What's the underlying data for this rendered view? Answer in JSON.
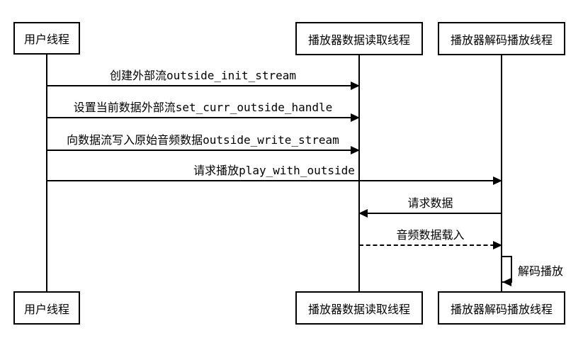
{
  "diagram": {
    "type": "sequence",
    "colors": {
      "background": "#ffffff",
      "line": "#000000",
      "box_fill": "#ffffff",
      "text": "#000000"
    },
    "actors": [
      {
        "id": "user-thread",
        "label": "用户线程"
      },
      {
        "id": "player-data-read-thread",
        "label": "播放器数据读取线程"
      },
      {
        "id": "player-decode-play-thread",
        "label": "播放器解码播放线程"
      }
    ],
    "messages": [
      {
        "from": "user-thread",
        "to": "player-data-read-thread",
        "label": "创建外部流outside_init_stream",
        "line": "solid",
        "arrow": "right"
      },
      {
        "from": "user-thread",
        "to": "player-data-read-thread",
        "label": "设置当前数据外部流set_curr_outside_handle",
        "line": "solid",
        "arrow": "right"
      },
      {
        "from": "user-thread",
        "to": "player-data-read-thread",
        "label": "向数据流写入原始音频数据outside_write_stream",
        "line": "solid",
        "arrow": "right"
      },
      {
        "from": "user-thread",
        "to": "player-decode-play-thread",
        "label": "请求播放play_with_outside",
        "line": "solid",
        "arrow": "right"
      },
      {
        "from": "player-decode-play-thread",
        "to": "player-data-read-thread",
        "label": "请求数据",
        "line": "solid",
        "arrow": "left"
      },
      {
        "from": "player-data-read-thread",
        "to": "player-decode-play-thread",
        "label": "音频数据载入",
        "line": "dashed",
        "arrow": "right"
      },
      {
        "from": "player-decode-play-thread",
        "to": "player-decode-play-thread",
        "label": "解码播放",
        "line": "solid",
        "arrow": "self"
      }
    ]
  }
}
